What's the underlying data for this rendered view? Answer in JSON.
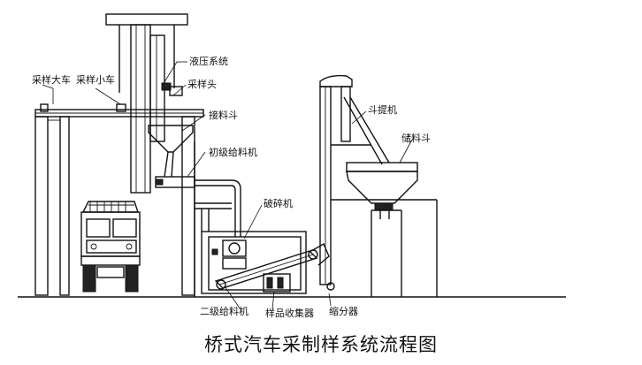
{
  "caption": "桥式汽车采制样系统流程图",
  "labels": {
    "big_cart": "采样大车",
    "small_cart": "采样小车",
    "hydraulic": "液压系统",
    "sample_head": "采样头",
    "receiving_hopper": "接料斗",
    "primary_feeder": "初级给料机",
    "crusher": "破碎机",
    "bucket_elevator": "斗提机",
    "storage_hopper": "储料斗",
    "secondary_feeder": "二级给料机",
    "sample_collector": "样品收集器",
    "divider": "缩分器"
  }
}
